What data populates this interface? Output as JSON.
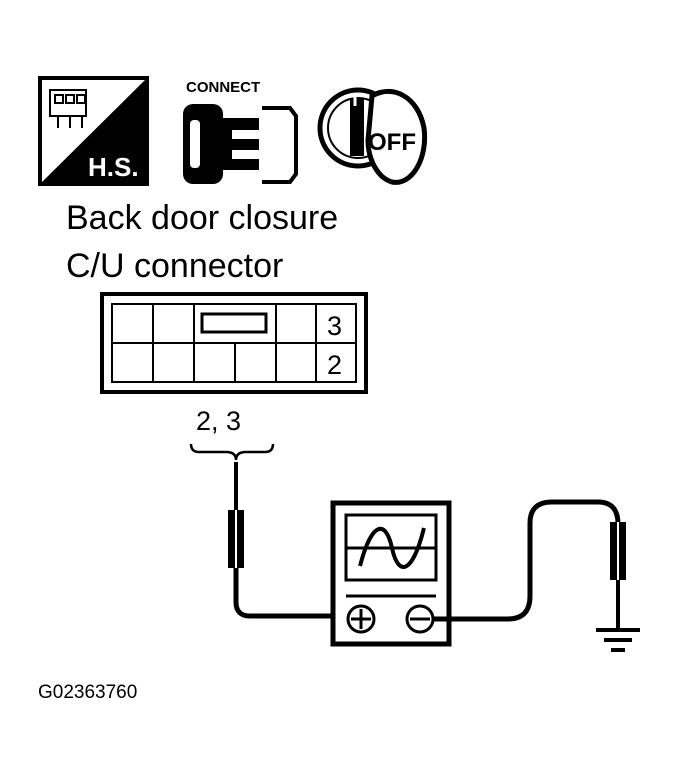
{
  "icons": {
    "harness_label": "H.S.",
    "connect_label": "CONNECT",
    "ignition_label": "OFF"
  },
  "connector": {
    "title_line1": "Back door closure",
    "title_line2": "C/U connector",
    "pins": {
      "top": "3",
      "bottom": "2"
    },
    "probe_label": "2, 3"
  },
  "figure_id": "G02363760"
}
